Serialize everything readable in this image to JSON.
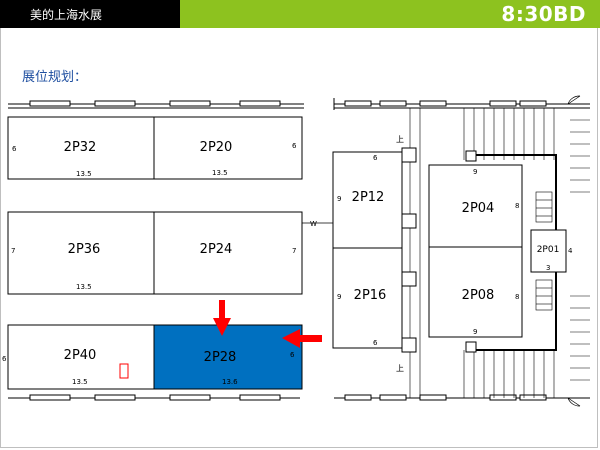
{
  "header": {
    "title": "美的上海水展",
    "brand": "8:30BD",
    "colors": {
      "left": "#000000",
      "right": "#8dc21f"
    }
  },
  "subtitle": "展位规划：",
  "booths": {
    "b2P32": {
      "name": "2P32",
      "dim_right": "6"
    },
    "b2P20": {
      "name": "2P20",
      "dim_right": "6",
      "dim_bottom": "13.5"
    },
    "b2P36": {
      "name": "2P36",
      "dim_left": "7",
      "dim_bottom": "13.5"
    },
    "b2P24": {
      "name": "2P24",
      "dim_right": "7"
    },
    "b2P40": {
      "name": "2P40",
      "dim_left": "6",
      "dim_bottom": "13.5"
    },
    "b2P28": {
      "name": "2P28",
      "dim_right": "6",
      "dim_bottom": "13.6",
      "highlight": "#0070c0"
    },
    "b2P12": {
      "name": "2P12",
      "dim_top": "6",
      "dim_left": "9"
    },
    "b2P16": {
      "name": "2P16",
      "dim_left": "9",
      "dim_bottom": "6"
    },
    "b2P04": {
      "name": "2P04",
      "dim_top": "9",
      "dim_right": "8"
    },
    "b2P08": {
      "name": "2P08",
      "dim_right": "8",
      "dim_bottom": "9"
    },
    "b2P01": {
      "name": "2P01",
      "dim_right": "4",
      "dim_bottom": "3"
    },
    "b2P32_dim_bottom": "13.5"
  },
  "stair_labels": {
    "up": "上",
    "mark": "W"
  },
  "arrows": {
    "color": "#ff0000"
  }
}
